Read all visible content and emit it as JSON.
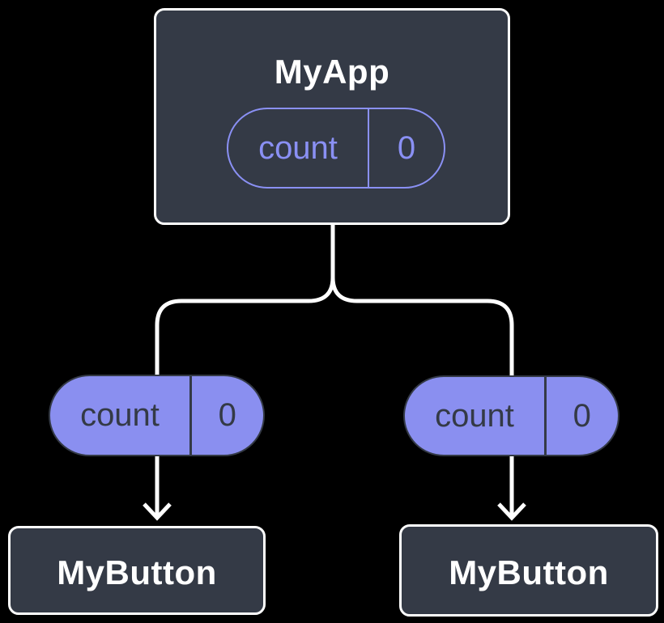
{
  "diagram": {
    "type": "react-component-tree",
    "background": "#000000",
    "colors": {
      "node_fill": "#343A46",
      "node_border": "#FFFFFF",
      "pill_fill": "#8A8FF0",
      "pill_outline": "#8A90F4",
      "dark_text": "#343A46",
      "connector": "#FFFFFF"
    },
    "root": {
      "label": "MyApp",
      "state": {
        "name": "count",
        "value": "0"
      }
    },
    "branches": [
      {
        "prop": {
          "name": "count",
          "value": "0"
        },
        "child": {
          "label": "MyButton"
        }
      },
      {
        "prop": {
          "name": "count",
          "value": "0"
        },
        "child": {
          "label": "MyButton"
        }
      }
    ]
  }
}
